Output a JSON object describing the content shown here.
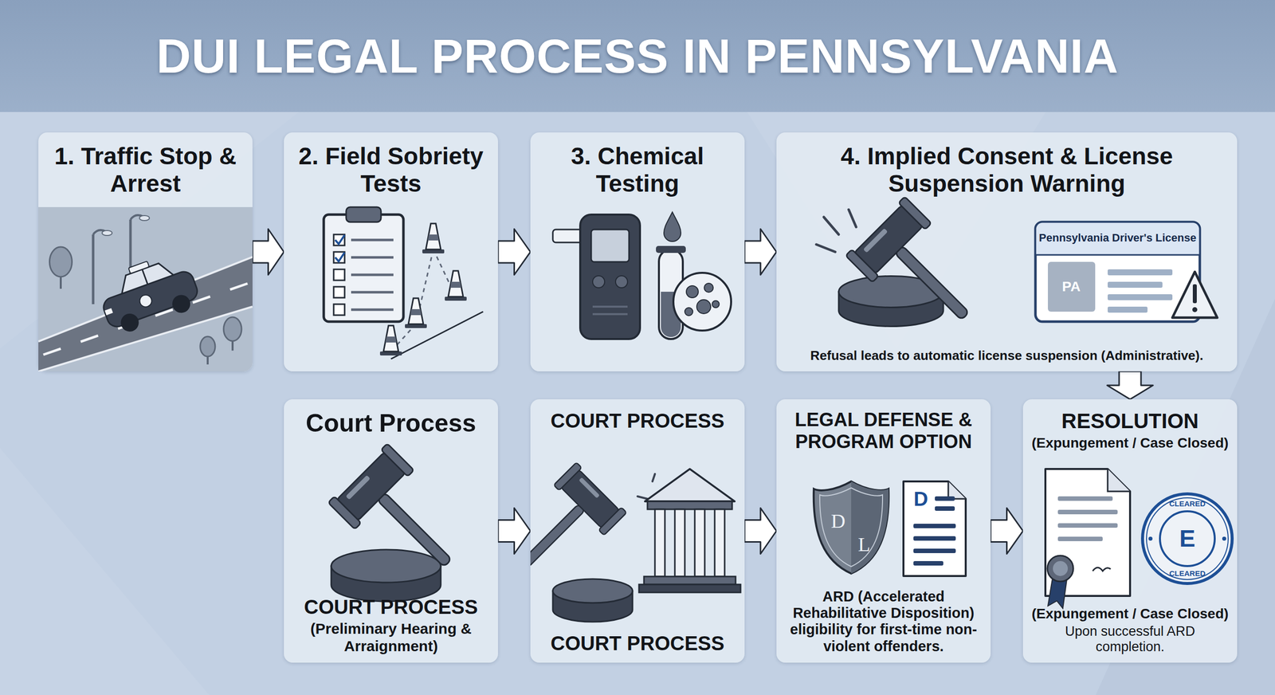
{
  "diagram": {
    "title": "DUI LEGAL PROCESS IN PENNSYLVANIA",
    "nodes": [
      {
        "text": [
          "1. Traffic Stop & Arrest"
        ]
      },
      {
        "text": [
          "2. Field Sobriety Tests"
        ]
      },
      {
        "text": [
          "3. Chemical Testing"
        ]
      },
      {
        "text": [
          "4. Implied Consent & License Suspension Warning",
          "Refusal leads to automatic license suspension (Administrative)."
        ]
      },
      {
        "text": [
          "Court Process",
          "COURT PROCESS",
          "(Preliminary Hearing & Arraignment)"
        ]
      },
      {
        "text": [
          "COURT PROCESS",
          "COURT PROCESS"
        ]
      },
      {
        "text": [
          "LEGAL DEFENSE & PROGRAM OPTION",
          "ARD (Accelerated Rehabilitative Disposition) eligibility for first-time non-violent offenders."
        ]
      },
      {
        "text": [
          "RESOLUTION",
          "(Expungement / Case Closed)",
          "(Expungement / Case Closed)",
          "Upon successful ARD completion."
        ]
      }
    ],
    "edges": [
      {
        "from": 0,
        "to": 1,
        "arrow": "to"
      },
      {
        "from": 1,
        "to": 2,
        "arrow": "to"
      },
      {
        "from": 2,
        "to": 3,
        "arrow": "to"
      },
      {
        "from": 3,
        "to": 7,
        "arrow": "to"
      },
      {
        "from": 4,
        "to": 5,
        "arrow": "to"
      },
      {
        "from": 5,
        "to": 6,
        "arrow": "to"
      },
      {
        "from": 6,
        "to": 7,
        "arrow": "to"
      }
    ],
    "labels": [
      "Pennsylvania Driver's License",
      "PA",
      "D",
      "L",
      "D",
      "CLEARED",
      "E",
      "CLEARED"
    ]
  }
}
